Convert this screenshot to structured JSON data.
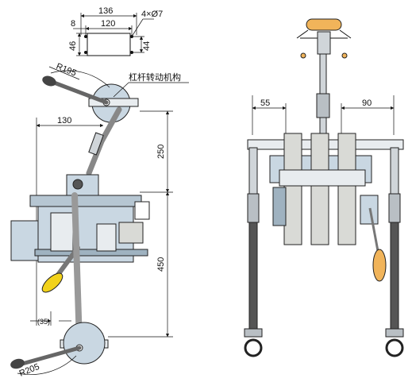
{
  "mount_plate": {
    "w_outer": "136",
    "w_inner": "120",
    "holes": "4×Ø7",
    "h_outer": "46",
    "h_inner": "44",
    "offset": "8"
  },
  "side_view": {
    "lever_radius_top": "R195",
    "mechanism_label": "杠杆转动机构",
    "dim_130": "130",
    "dim_250": "250",
    "dim_450": "450",
    "dim_35": "(35)",
    "lever_radius_bottom": "R205"
  },
  "front_view": {
    "dim_55": "55",
    "dim_90": "90"
  },
  "colors": {
    "body": "#c9d7e2",
    "body_dark": "#9fb2c0",
    "switch_gray": "#d9dad6",
    "handle_yellow": "#f2d21a",
    "handle_orange": "#f1b45a",
    "metal": "#b9bfc4",
    "line": "#111111"
  }
}
